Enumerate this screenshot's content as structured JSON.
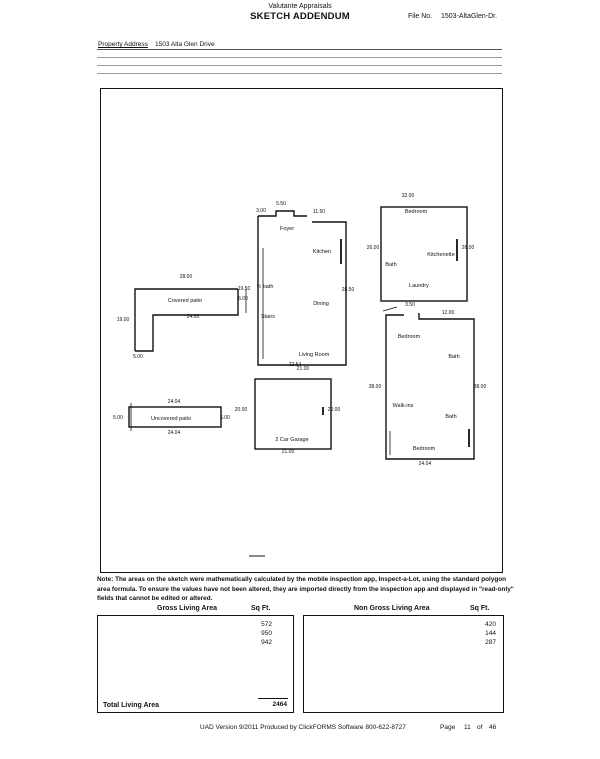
{
  "header": {
    "company": "Valutante Appraisals",
    "title": "SKETCH ADDENDUM",
    "file_no_label": "File No.",
    "file_no_value": "1503-AltaGlen-Dr."
  },
  "property": {
    "label": "Property Address",
    "value": "1503 Alta Glen Drive"
  },
  "sketch": {
    "areas": [
      {
        "label": "Foyer"
      },
      {
        "label": "Kitchen"
      },
      {
        "label": "Dining"
      },
      {
        "label": "Stairs"
      },
      {
        "label": "Living Room"
      },
      {
        "label": "½ bath"
      },
      {
        "label": "Covered patio"
      },
      {
        "label": "Uncovered patio"
      },
      {
        "label": "2 Car Garage"
      },
      {
        "label": "Bedroom"
      },
      {
        "label": "Kitchenette"
      },
      {
        "label": "Bath"
      },
      {
        "label": "Laundry"
      },
      {
        "label": "Bedroom"
      },
      {
        "label": "Bath"
      },
      {
        "label": "Walk-ins"
      },
      {
        "label": "Bath"
      },
      {
        "label": "Bedroom"
      }
    ],
    "dims": [
      "3.00",
      "5.50",
      "11.50",
      "28.00",
      "19.50",
      "19.00",
      "6.00",
      "24.00",
      "5.00",
      "26.50",
      "21.00",
      "22.54",
      "24.04",
      "24.04",
      "5.00",
      "6.00",
      "20.00",
      "20.00",
      "21.00",
      "32.00",
      "26.00",
      "26.00",
      "3.50",
      "12.00",
      "38.00",
      "38.00",
      "24.04"
    ]
  },
  "note": "Note: The areas on the sketch were mathematically calculated by the mobile inspection app, Inspect-a-Lot, using the standard polygon area formula. To ensure the values have not been altered, they are imported directly from the inspection app and displayed in \"read-only\" fields that cannot be edited or altered.",
  "gross": {
    "header": "Gross Living Area",
    "sqft_header": "Sq Ft.",
    "values": [
      "572",
      "950",
      "942"
    ],
    "total_label": "Total Living Area",
    "total_value": "2464"
  },
  "non_gross": {
    "header": "Non Gross Living Area",
    "sqft_header": "Sq Ft.",
    "values": [
      "420",
      "144",
      "287"
    ]
  },
  "footer": {
    "software": "UAD Version 9/2011 Produced by ClickFORMS Software 800-622-8727",
    "page_label": "Page",
    "page": "11",
    "of_label": "of",
    "total": "46"
  }
}
